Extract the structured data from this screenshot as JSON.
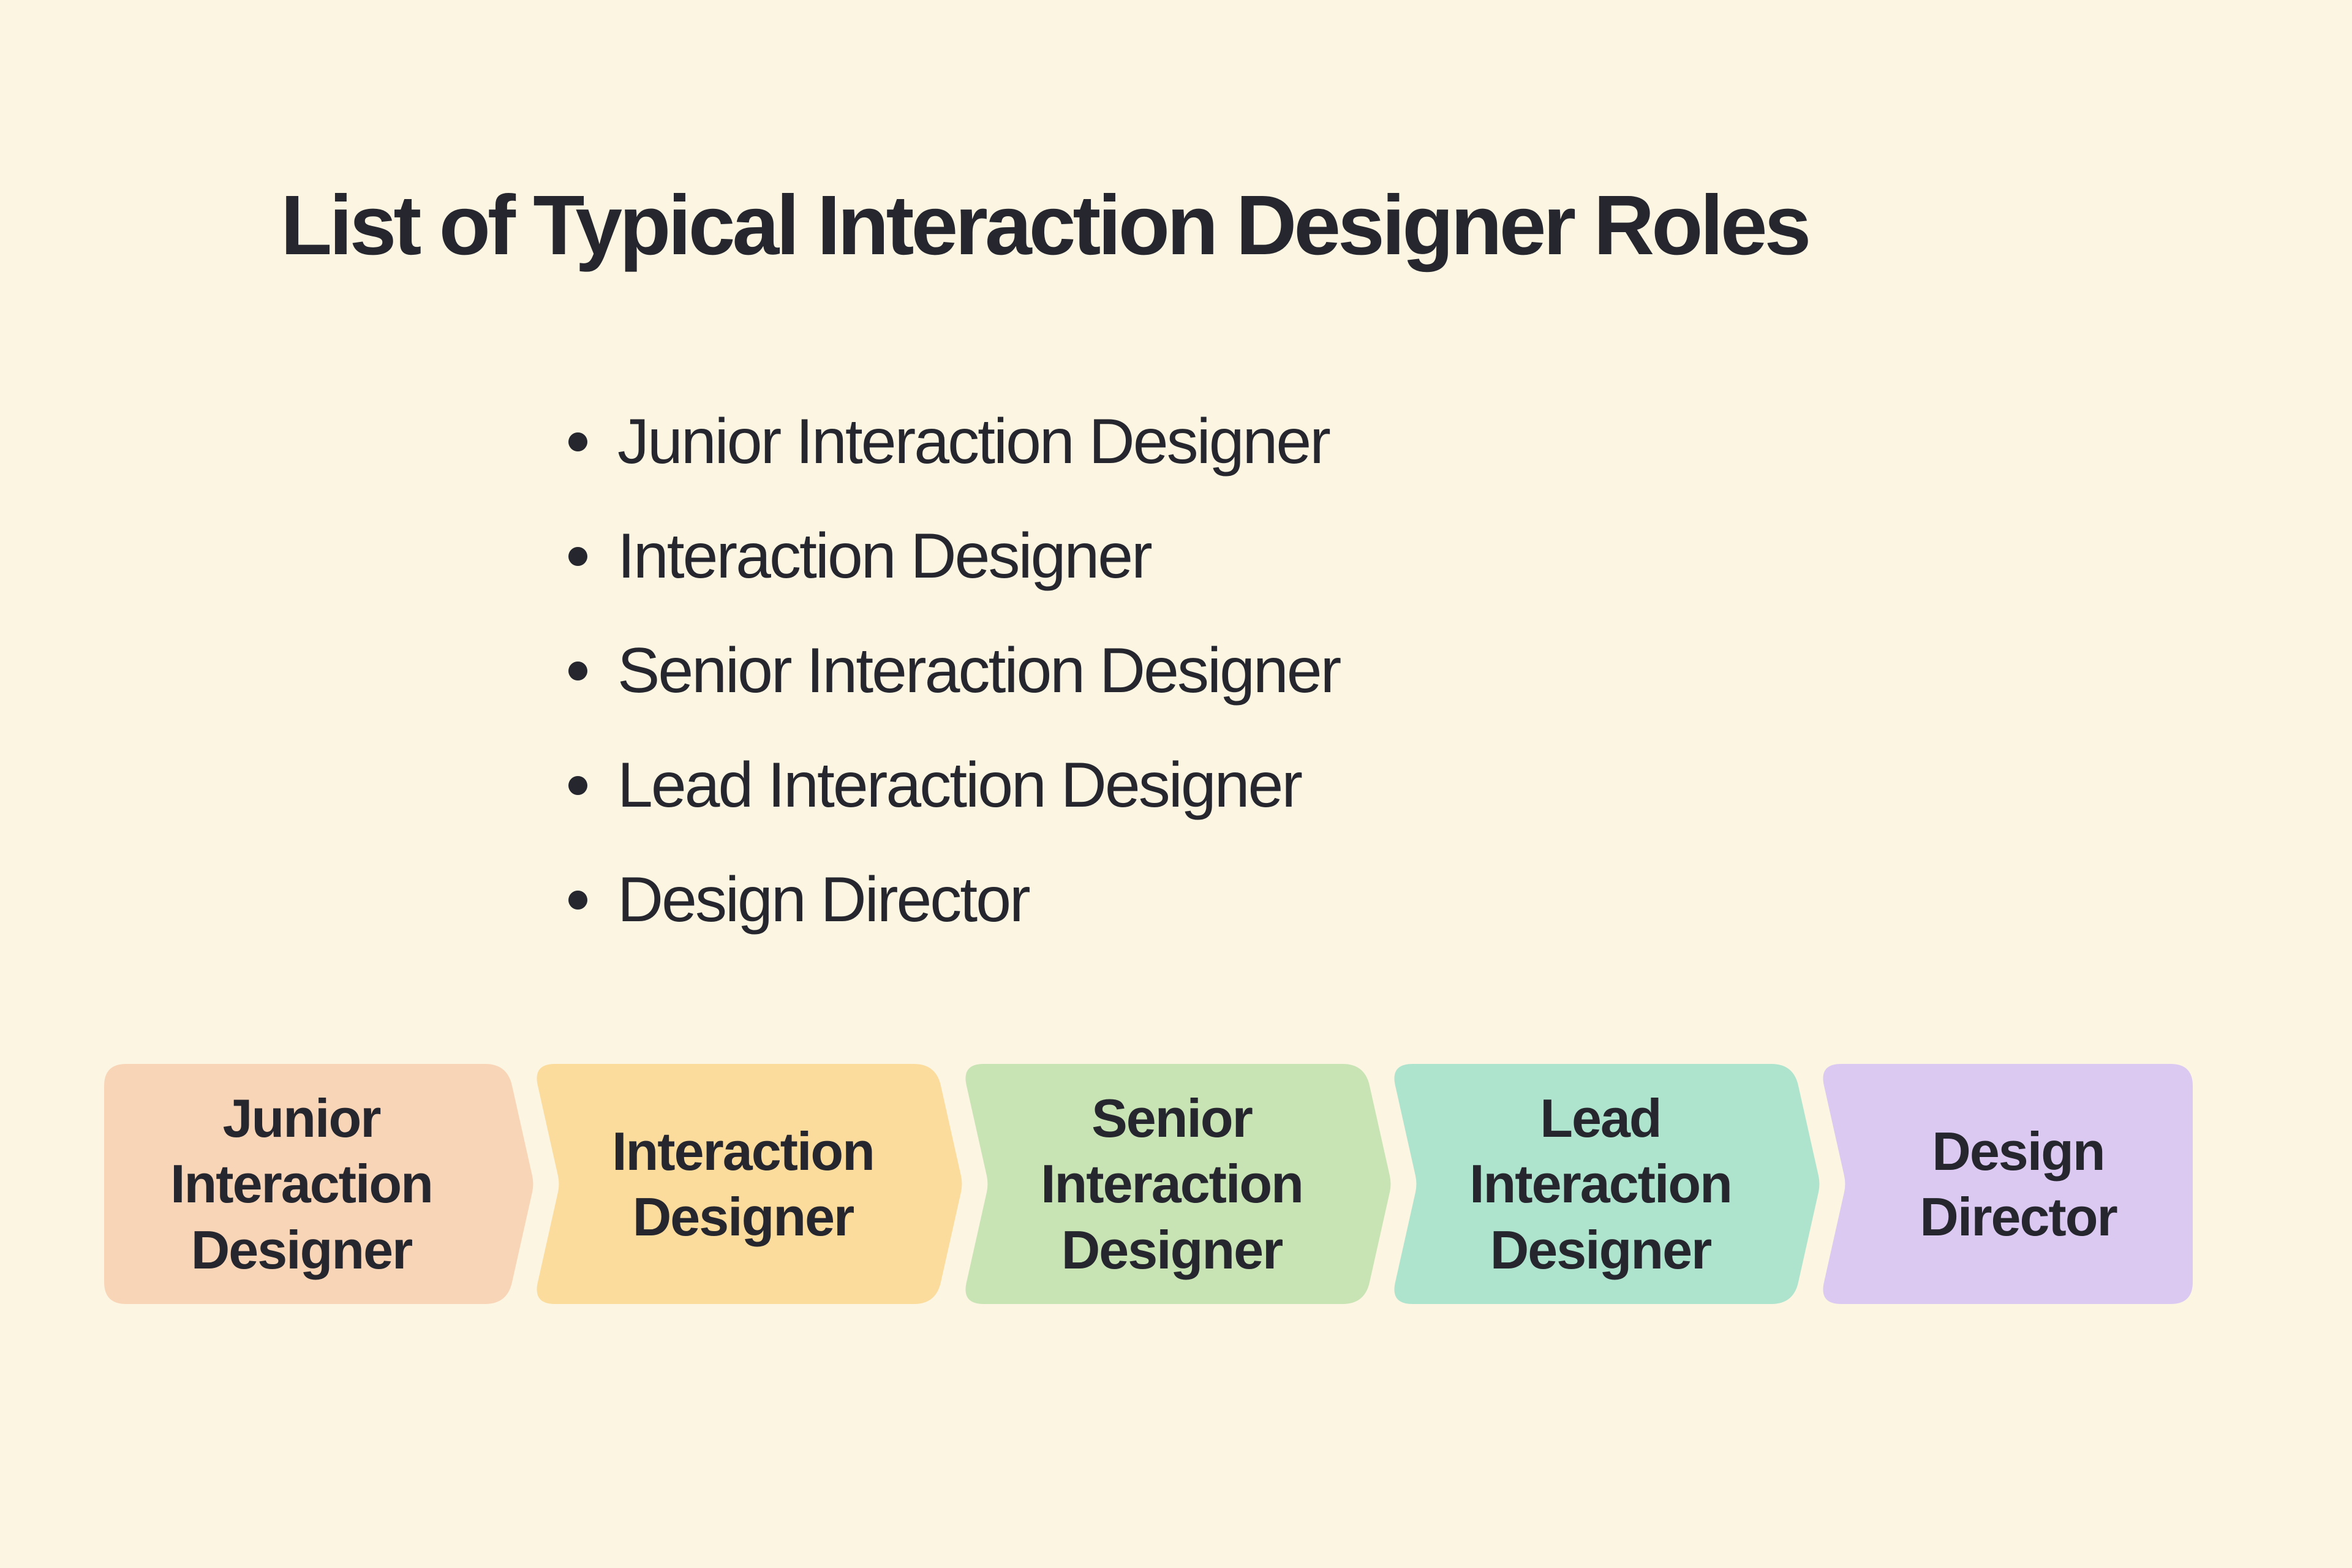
{
  "header": {
    "title": "List of Typical Interaction Designer Roles"
  },
  "bullets": {
    "items": [
      "Junior Interaction Designer",
      "Interaction Designer",
      "Senior Interaction Designer",
      "Lead Interaction Designer",
      "Design Director"
    ]
  },
  "flow": {
    "steps": [
      {
        "label": "Junior Interaction Designer",
        "color": "#F9D5B8"
      },
      {
        "label": "Interaction Designer",
        "color": "#FBDC9D"
      },
      {
        "label": "Senior Interaction Designer",
        "color": "#C8E3B4"
      },
      {
        "label": "Lead Interaction Designer",
        "color": "#AEE4CE"
      },
      {
        "label": "Design Director",
        "color": "#DBC9F2"
      }
    ]
  },
  "colors": {
    "background": "#FBF5E2",
    "text": "#26262E"
  }
}
